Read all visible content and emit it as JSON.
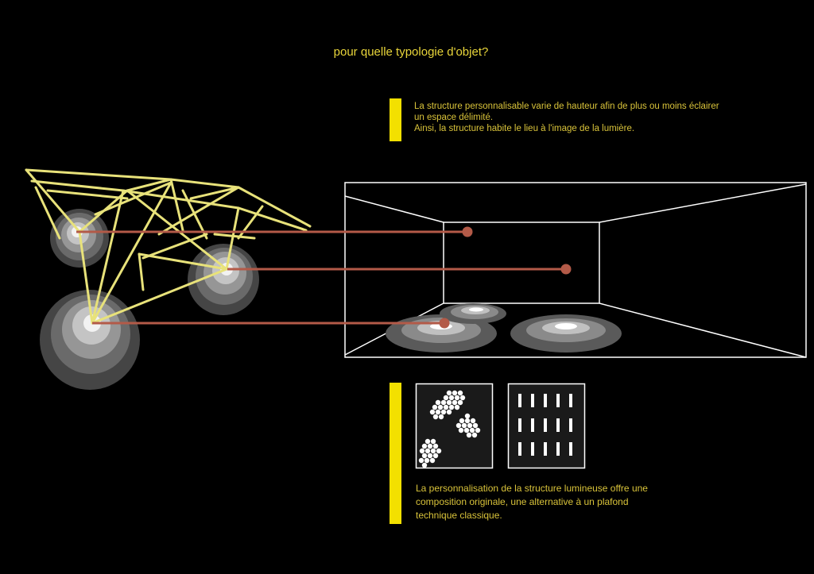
{
  "title": "pour quelle typologie d'objet?",
  "paragraph_1": {
    "lines": [
      "La structure personnalisable varie de hauteur afin de plus ou moins éclairer",
      "un espace délimité.",
      "Ainsi, la structure habite le lieu à l'image de la lumière."
    ]
  },
  "paragraph_2": {
    "lines": [
      "La personnalisation de la structure lumineuse offre une",
      "composition originale, une alternative à un plafond",
      "technique classique."
    ]
  },
  "colors": {
    "background": "#000000",
    "accent_yellow": "#f3e000",
    "text_gold": "#d9c33a",
    "link_line": "#b35a48",
    "structure_yellow": "#e8e27a"
  }
}
